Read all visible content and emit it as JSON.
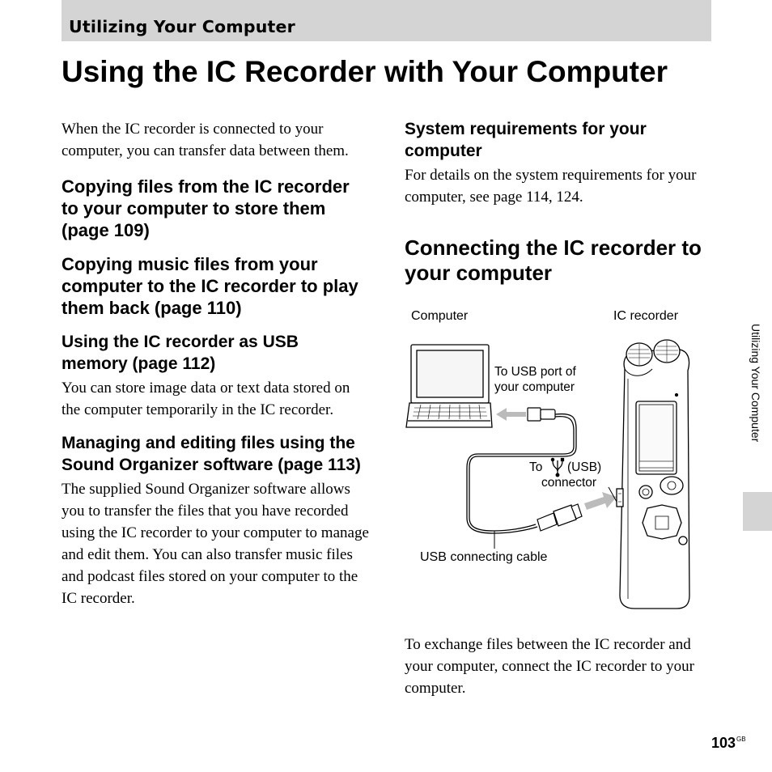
{
  "header": {
    "section": "Utilizing Your Computer",
    "title": "Using the IC Recorder with Your Computer"
  },
  "left": {
    "intro": "When the IC recorder is connected to your computer, you can transfer data between them.",
    "h_copy_files": "Copying files from the IC recorder to your computer to store them (page 109)",
    "h_copy_music": "Copying music files from your computer to the IC recorder to play them back (page 110)",
    "h_usb_memory": "Using the IC recorder as USB memory (page 112)",
    "p_usb_memory": "You can store image data or text data stored on the computer temporarily in the IC recorder.",
    "h_managing": "Managing and editing files using the Sound Organizer software (page 113)",
    "p_managing": "The supplied Sound Organizer software allows you to transfer the files that you have recorded using the IC recorder to your computer to manage and edit them. You can also transfer music files and podcast files stored on your computer to the IC recorder."
  },
  "right": {
    "h_sysreq": "System requirements for your computer",
    "p_sysreq": "For details on the system requirements for your computer, see page 114, 124.",
    "h_connecting": "Connecting the IC recorder to your computer",
    "p_connecting": "To exchange files between the IC recorder and your computer, connect the IC recorder to your computer."
  },
  "figure": {
    "label_computer": "Computer",
    "label_recorder": "IC recorder",
    "label_usb_port_1": "To USB port of",
    "label_usb_port_2": "your computer",
    "label_to": "To",
    "label_usb": "(USB)",
    "label_connector": "connector",
    "label_cable": "USB connecting cable"
  },
  "side": {
    "label": "Utilizing Your Computer"
  },
  "footer": {
    "page": "103",
    "suffix": "GB"
  }
}
